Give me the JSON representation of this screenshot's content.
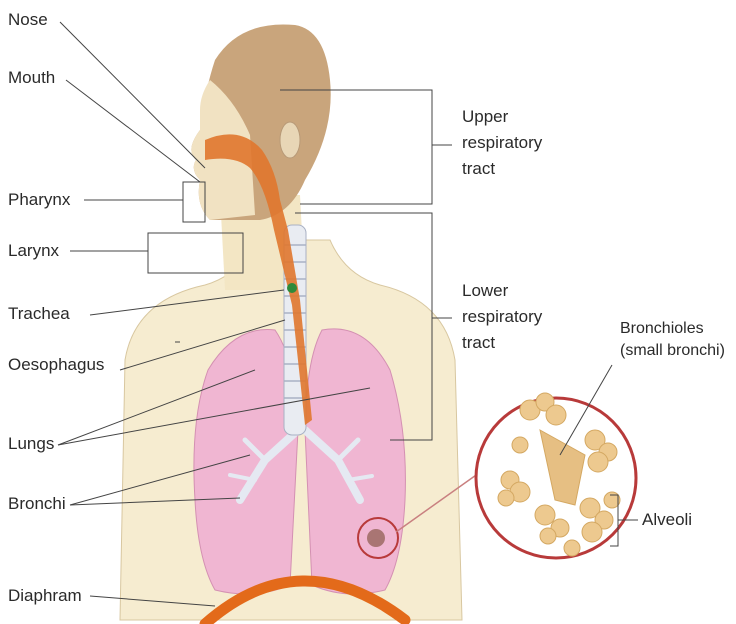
{
  "labels": {
    "nose": "Nose",
    "mouth": "Mouth",
    "pharynx": "Pharynx",
    "larynx": "Larynx",
    "trachea": "Trachea",
    "oesophagus": "Oesophagus",
    "lungs": "Lungs",
    "bronchi": "Bronchi",
    "diaphram": "Diaphram",
    "upper_tract": [
      "Upper",
      "respiratory",
      "tract"
    ],
    "lower_tract": [
      "Lower",
      "respiratory",
      "tract"
    ],
    "bronchioles": [
      "Bronchioles",
      "(small bronchi)"
    ],
    "alveoli": "Alveoli"
  },
  "colors": {
    "skin": "#f6ecd0",
    "head": "#c9a57c",
    "lung": "#f0b6d2",
    "airway": "#e0772e",
    "diaphragm": "#e36a1a",
    "alveoli": "#edc98f",
    "magnifier_ring": "#b83a3a"
  }
}
